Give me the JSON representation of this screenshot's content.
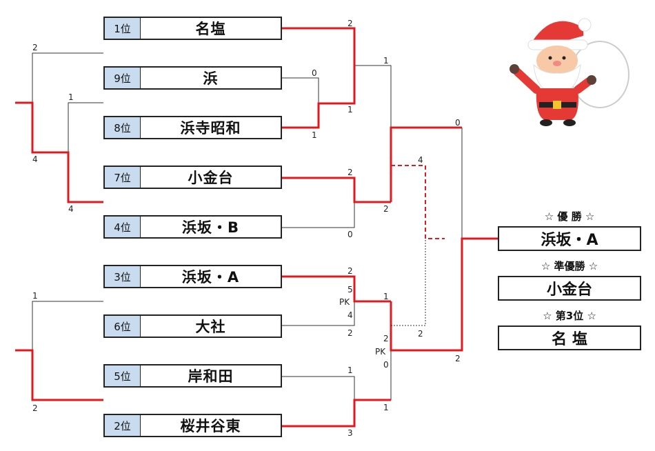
{
  "teams": [
    {
      "seed": "1位",
      "name": "名塩"
    },
    {
      "seed": "9位",
      "name": "浜"
    },
    {
      "seed": "8位",
      "name": "浜寺昭和"
    },
    {
      "seed": "7位",
      "name": "小金台"
    },
    {
      "seed": "4位",
      "name": "浜坂・B"
    },
    {
      "seed": "3位",
      "name": "浜坂・A"
    },
    {
      "seed": "6位",
      "name": "大社"
    },
    {
      "seed": "5位",
      "name": "岸和田"
    },
    {
      "seed": "2位",
      "name": "桜井谷東"
    }
  ],
  "scores": {
    "r1_meishio": "2",
    "r1_hama": "0",
    "r1_hamadera": "1",
    "r2_top_a": "1",
    "r2_top_b": "1",
    "r1_koganedai": "2",
    "r1_hamasakaB": "0",
    "r2_top_c": "2",
    "r1_hamasakaA": "2",
    "r1_hamasakaA_pk_score": "5",
    "pk_label_1": "PK",
    "r1_daisha_pk_score": "4",
    "r1_daisha": "2",
    "r2_bot_a": "1",
    "r2_bot_b": "2",
    "pk_label_2": "PK",
    "r2_bot_c": "0",
    "r1_kishiwada": "1",
    "r1_sakurai": "3",
    "r2_bot_d": "1",
    "semi_top": "0",
    "semi_third": "4",
    "semi_third_b": "2",
    "final_bot": "2",
    "left_top_a": "2",
    "left_top_b": "1",
    "left_top_c": "4",
    "left_top_d": "4",
    "left_bot_a": "1",
    "left_bot_b": "2"
  },
  "podium": {
    "champion_title": "☆ 優 勝 ☆",
    "champion": "浜坂・A",
    "runnerup_title": "☆ 準優勝 ☆",
    "runnerup": "小金台",
    "third_title": "☆ 第3位 ☆",
    "third": "名 塩"
  },
  "colors": {
    "winner_line": "#e0191f",
    "loser_line": "#222222",
    "seed_bg": "#c9dcef"
  },
  "icons": {
    "mascot": "santa-claus-icon"
  }
}
